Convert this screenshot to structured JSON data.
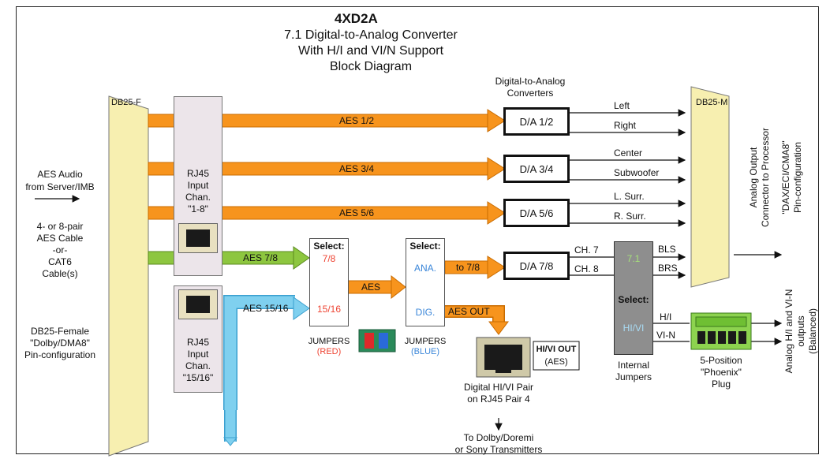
{
  "title": {
    "line1": "4XD2A",
    "line2": "7.1 Digital-to-Analog Converter",
    "line3": "With H/I and VI/N Support",
    "line4": "Block Diagram"
  },
  "connectors": {
    "db25f": "DB25-F",
    "db25m": "DB25-M"
  },
  "left_notes": {
    "aes_audio1": "AES Audio",
    "aes_audio2": "from Server/IMB",
    "cable1": "4- or 8-pair",
    "cable2": "AES Cable",
    "cable3": "-or-",
    "cable4": "CAT6",
    "cable5": "Cable(s)",
    "pin1": "DB25-Female",
    "pin2": "\"Dolby/DMA8\"",
    "pin3": "Pin-configuration"
  },
  "rj45_top": {
    "l1": "RJ45",
    "l2": "Input",
    "l3": "Chan.",
    "l4": "\"1-8\""
  },
  "rj45_bottom": {
    "l1": "RJ45",
    "l2": "Input",
    "l3": "Chan.",
    "l4": "\"15/16\""
  },
  "streams": {
    "aes12": "AES 1/2",
    "aes34": "AES 3/4",
    "aes56": "AES 5/6",
    "aes78": "AES 7/8",
    "aes1516": "AES 15/16",
    "aes": "AES",
    "to78": "to 7/8",
    "aes_out": "AES OUT"
  },
  "selector_red": {
    "title": "Select:",
    "opt1": "7/8",
    "opt2": "15/16",
    "jumpers": "JUMPERS",
    "color": "(RED)"
  },
  "selector_blue": {
    "title": "Select:",
    "opt1": "ANA.",
    "opt2": "DIG.",
    "jumpers": "JUMPERS",
    "color": "(BLUE)"
  },
  "converters": {
    "header1": "Digital-to-Analog",
    "header2": "Converters",
    "da12": "D/A 1/2",
    "da34": "D/A 3/4",
    "da56": "D/A 5/6",
    "da78": "D/A 7/8"
  },
  "outputs": {
    "left": "Left",
    "right": "Right",
    "center": "Center",
    "sub": "Subwoofer",
    "lsurr": "L. Surr.",
    "rsurr": "R. Surr.",
    "ch7": "CH. 7",
    "ch8": "CH. 8",
    "bls": "BLS",
    "brs": "BRS",
    "hi": "H/I",
    "vin": "VI-N"
  },
  "internal_jumpers": {
    "opt1": "7.1",
    "select": "Select:",
    "opt2": "HI/VI",
    "label1": "Internal",
    "label2": "Jumpers"
  },
  "hivi_out": {
    "l1": "HI/VI OUT",
    "l2": "(AES)"
  },
  "digital_pair": {
    "l1": "Digital HI/VI Pair",
    "l2": "on RJ45 Pair 4",
    "t1": "To Dolby/Doremi",
    "t2": "or Sony Transmitters"
  },
  "phoenix": {
    "l1": "5-Position",
    "l2": "\"Phoenix\"",
    "l3": "Plug"
  },
  "right_notes": {
    "analog1": "Analog Output",
    "analog2": "Connector to Processor",
    "dax1": "\"DAX/ECI/CMA8\"",
    "dax2": "Pin-configuration",
    "hivn1": "Analog H/I and VI-N",
    "hivn2": "outputs",
    "hivn3": "(Balanced)"
  },
  "colors": {
    "orange": "#f7941d",
    "green": "#8dc63f",
    "blue": "#7fd0ef",
    "connector": "#f7efb0",
    "red_text": "#ee4433",
    "blue_text": "#3a86d9",
    "green_text": "#a6e07a",
    "lightblue_text": "#a9dcf5"
  }
}
